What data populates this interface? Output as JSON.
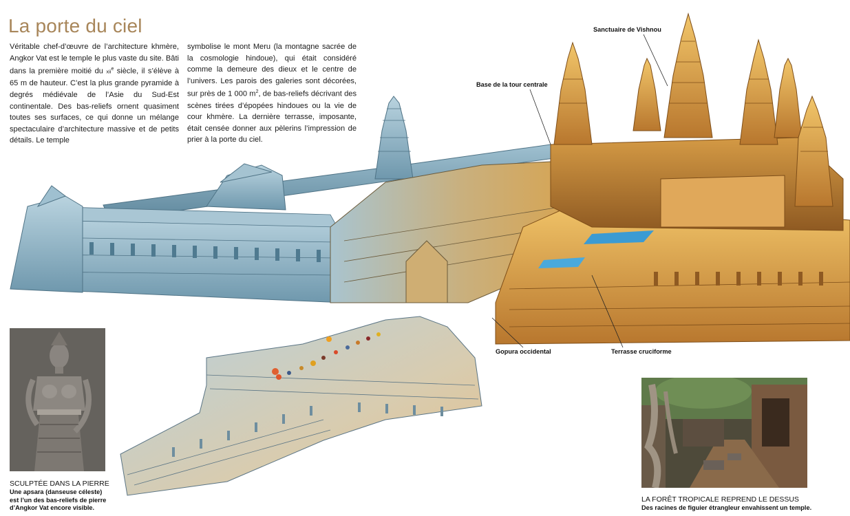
{
  "page": {
    "title": "La porte du ciel",
    "intro_col1_a": "Véritable chef-d’œuvre de l’architecture khmère, Angkor Vat est le temple le plus vaste du site. Bâti dans la première moitié du ",
    "intro_col1_century": "xii",
    "intro_col1_century_sup": "e",
    "intro_col1_b": " siècle, il s’élève à 65 m de hauteur. C’est la plus grande pyramide à degrés médiévale de l’Asie du Sud-Est continentale. Des bas-reliefs ornent quasiment toutes ses surfaces, ce qui donne un mélange spectaculaire d’architecture massive et de petits détails. Le temple",
    "intro_col2_a": "symbolise le mont Meru (la montagne sacrée de la cosmologie hindoue), qui était considéré comme la demeure des dieux et le centre de l’univers. Les parois des galeries sont décorées, sur près de 1 000 m",
    "intro_col2_sup": "2",
    "intro_col2_b": ", de bas-reliefs décrivant des scènes tirées d’épopées hindoues ou la vie de cour khmère. La dernière terrasse, imposante, était censée donner aux pèlerins l’impression de prier à la porte du ciel."
  },
  "labels": {
    "sanctuaire": "Sanctuaire de Vishnou",
    "base_tour": "Base de la tour centrale",
    "gopura": "Gopura occidental",
    "terrasse": "Terrasse cruciforme"
  },
  "captions": {
    "left_title": "SCULPTÉE DANS LA PIERRE",
    "left_body_1": "Une apsara (danseuse céleste)",
    "left_body_2": "est l’un des bas-reliefs de pierre",
    "left_body_3": "d’Angkor Vat encore visible.",
    "right_title": "LA FORÊT TROPICALE REPREND LE DESSUS",
    "right_body": "Des racines de figuier étrangleur envahissent un temple."
  },
  "colors": {
    "title": "#a8865a",
    "stone_blue": "#8fb4c6",
    "stone_gold": "#d9a24a"
  }
}
